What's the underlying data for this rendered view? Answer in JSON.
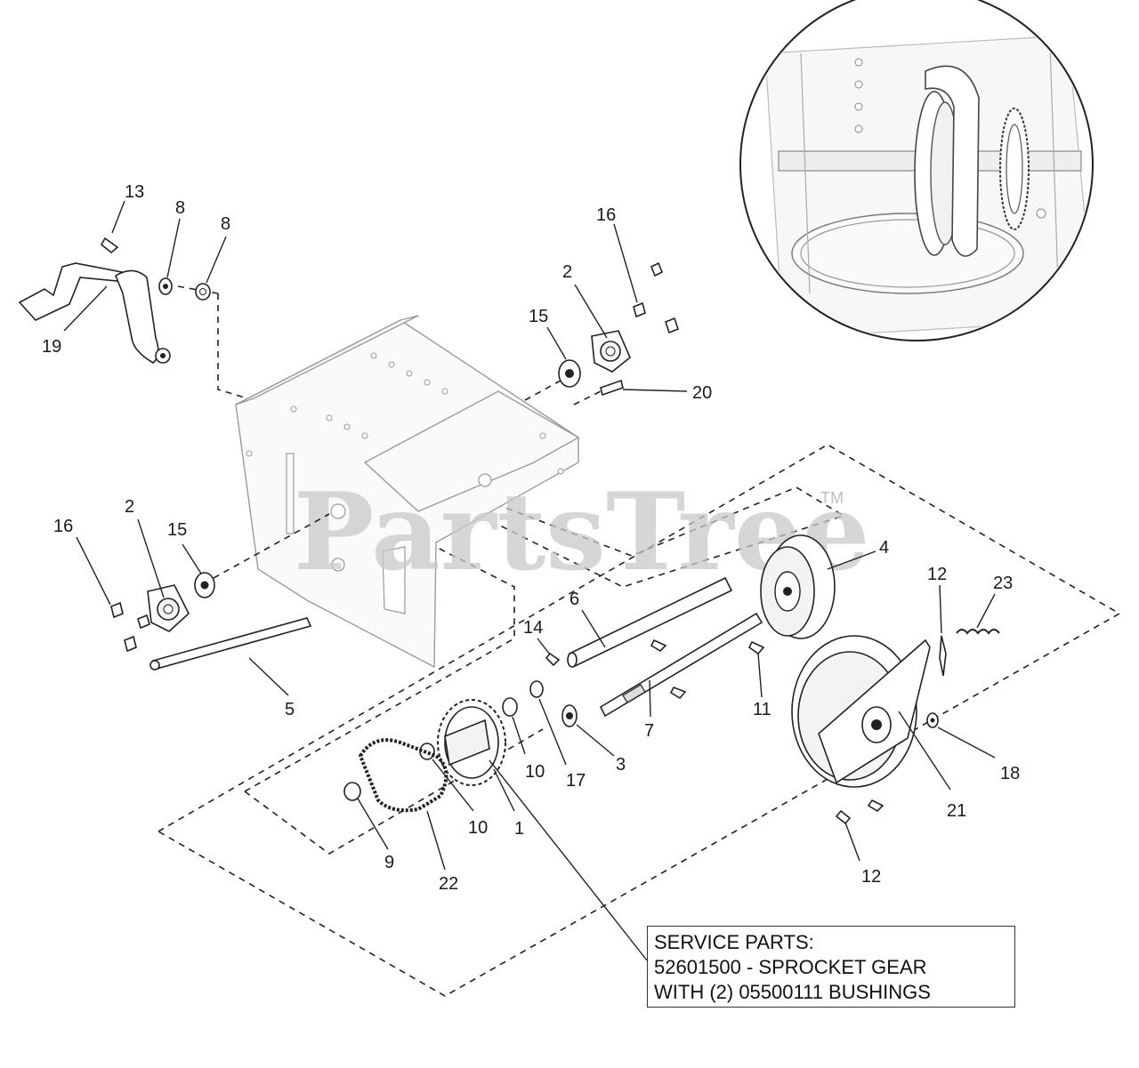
{
  "watermark": {
    "text": "PartsTree",
    "tm": "TM"
  },
  "service_note": {
    "line1": "SERVICE PARTS:",
    "line2": "52601500 - SPROCKET GEAR",
    "line3": "WITH (2) 05500111 BUSHINGS"
  },
  "callouts": {
    "c13": "13",
    "c8a": "8",
    "c8b": "8",
    "c19": "19",
    "c16a": "16",
    "c2a": "2",
    "c15a": "15",
    "c20": "20",
    "c16b": "16",
    "c2b": "2",
    "c15b": "15",
    "c4": "4",
    "c6": "6",
    "c14": "14",
    "c12a": "12",
    "c23": "23",
    "c5": "5",
    "c11": "11",
    "c7": "7",
    "c10a": "10",
    "c17": "17",
    "c3": "3",
    "c18": "18",
    "c21": "21",
    "c10b": "10",
    "c1": "1",
    "c9": "9",
    "c22": "22",
    "c12b": "12"
  }
}
